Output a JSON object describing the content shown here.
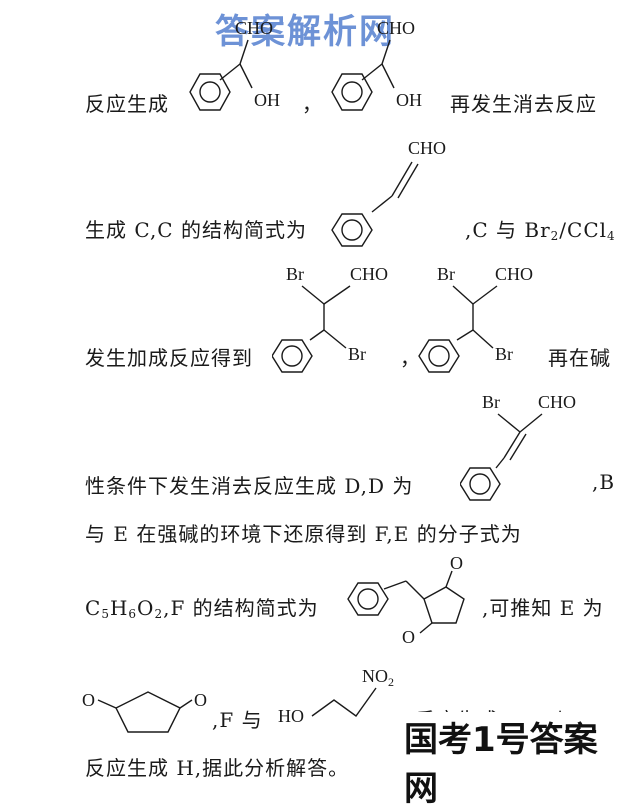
{
  "watermark_top": "答案解析网",
  "watermark_bottom": "国考1号答案网",
  "lines": {
    "l1a": "反应生成",
    "l1b": "，",
    "l1c": "再发生消去反应",
    "l2a": "生成 C,C 的结构简式为",
    "l2b": ",C 与 Br",
    "l2b_sub": "2",
    "l2c": "/CCl",
    "l2c_sub": "4",
    "l3a": "发生加成反应得到",
    "l3b": "，",
    "l3c": "再在碱",
    "l4a": "性条件下发生消去反应生成 D,D 为",
    "l4b": ",B",
    "l5": "与 E 在强碱的环境下还原得到 F,E 的分子式为",
    "l6a": "C",
    "l6a_sub": "5",
    "l6b": "H",
    "l6b_sub": "6",
    "l6c": "O",
    "l6c_sub": "2",
    "l6d": ",F 的结构简式为",
    "l6e": ",可推知 E 为",
    "l7a": ",F 与",
    "l7b": "反应生成 G,G 与 D",
    "l8": "反应生成 H,据此分析解答。"
  },
  "chem_labels": {
    "cho": "CHO",
    "oh": "OH",
    "br": "Br",
    "no2": "NO",
    "no2_sub": "2",
    "ho": "HO",
    "o": "O"
  }
}
